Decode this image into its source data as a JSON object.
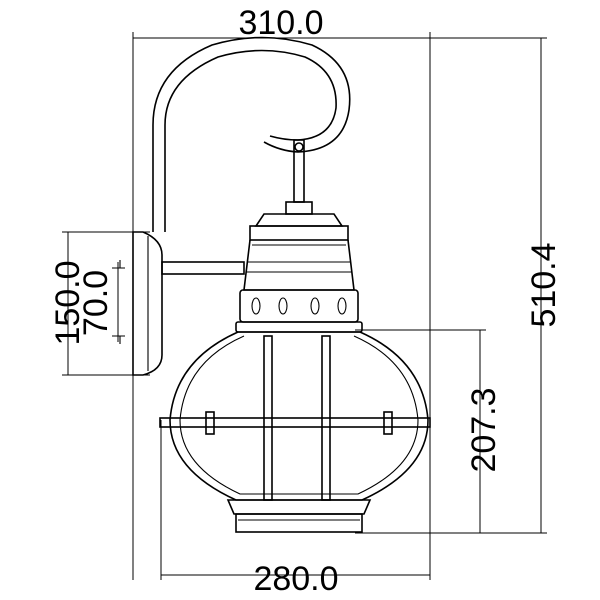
{
  "diagram": {
    "dimensions": {
      "top_width": "310.0",
      "bottom_width": "280.0",
      "total_height": "510.4",
      "lower_height": "207.3",
      "backplate_height": "150.0",
      "mount_spacing": "70.0"
    }
  }
}
